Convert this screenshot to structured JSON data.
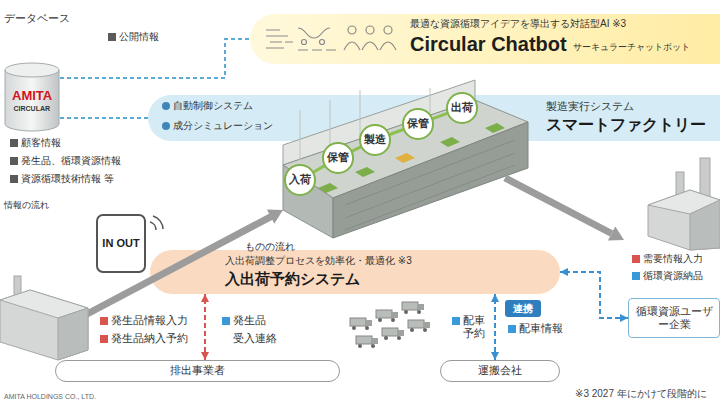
{
  "diagram": {
    "nodes": [
      {
        "text": [
          "最適な資源循環アイデアを導出する対話型AI ※3",
          "Circular Chatbot",
          "サーキュラーチャットボット"
        ]
      },
      {
        "text": [
          "データベース",
          "AMITA",
          "CIRCULAR"
        ]
      },
      {
        "text": [
          "製造実行システム",
          "スマートファクトリー"
        ]
      },
      {
        "text": [
          "入荷"
        ]
      },
      {
        "text": [
          "保管"
        ]
      },
      {
        "text": [
          "製造"
        ]
      },
      {
        "text": [
          "保管"
        ]
      },
      {
        "text": [
          "出荷"
        ]
      },
      {
        "text": [
          "入出荷調整プロセスを効率化・最適化 ※3",
          "入出荷予約システム"
        ]
      },
      {
        "text": [
          "排出事業者"
        ]
      },
      {
        "text": [
          "運搬会社"
        ]
      },
      {
        "text": [
          "連携"
        ]
      },
      {
        "text": [
          "循環資源ユーザー企業"
        ]
      }
    ],
    "edges": [
      {
        "from": 1,
        "to": 0,
        "arrow": "none"
      },
      {
        "from": 1,
        "to": 2,
        "arrow": "none"
      },
      {
        "from": 3,
        "to": 4,
        "arrow": "none"
      },
      {
        "from": 4,
        "to": 5,
        "arrow": "none"
      },
      {
        "from": 5,
        "to": 6,
        "arrow": "none"
      },
      {
        "from": 6,
        "to": 7,
        "arrow": "none"
      },
      {
        "from": 9,
        "to": 8,
        "arrow": "both"
      },
      {
        "from": 10,
        "to": 8,
        "arrow": "both"
      },
      {
        "from": 12,
        "to": 8,
        "arrow": "both"
      }
    ],
    "labels": [
      "公開情報",
      "顧客情報",
      "発生品、循環資源情報",
      "資源循環技術情報 等",
      "情報の流れ",
      "自動制御システム",
      "成分シミュレーション",
      "ものの流れ",
      "IN OUT",
      "発生品情報入力",
      "発生品納入予約",
      "発生品",
      "受入連絡",
      "配車予約",
      "配車情報",
      "需要情報入力",
      "循環資源納品",
      "※3 2027 年にかけて段階的に",
      "AMITA HOLDINGS CO., LTD."
    ]
  }
}
